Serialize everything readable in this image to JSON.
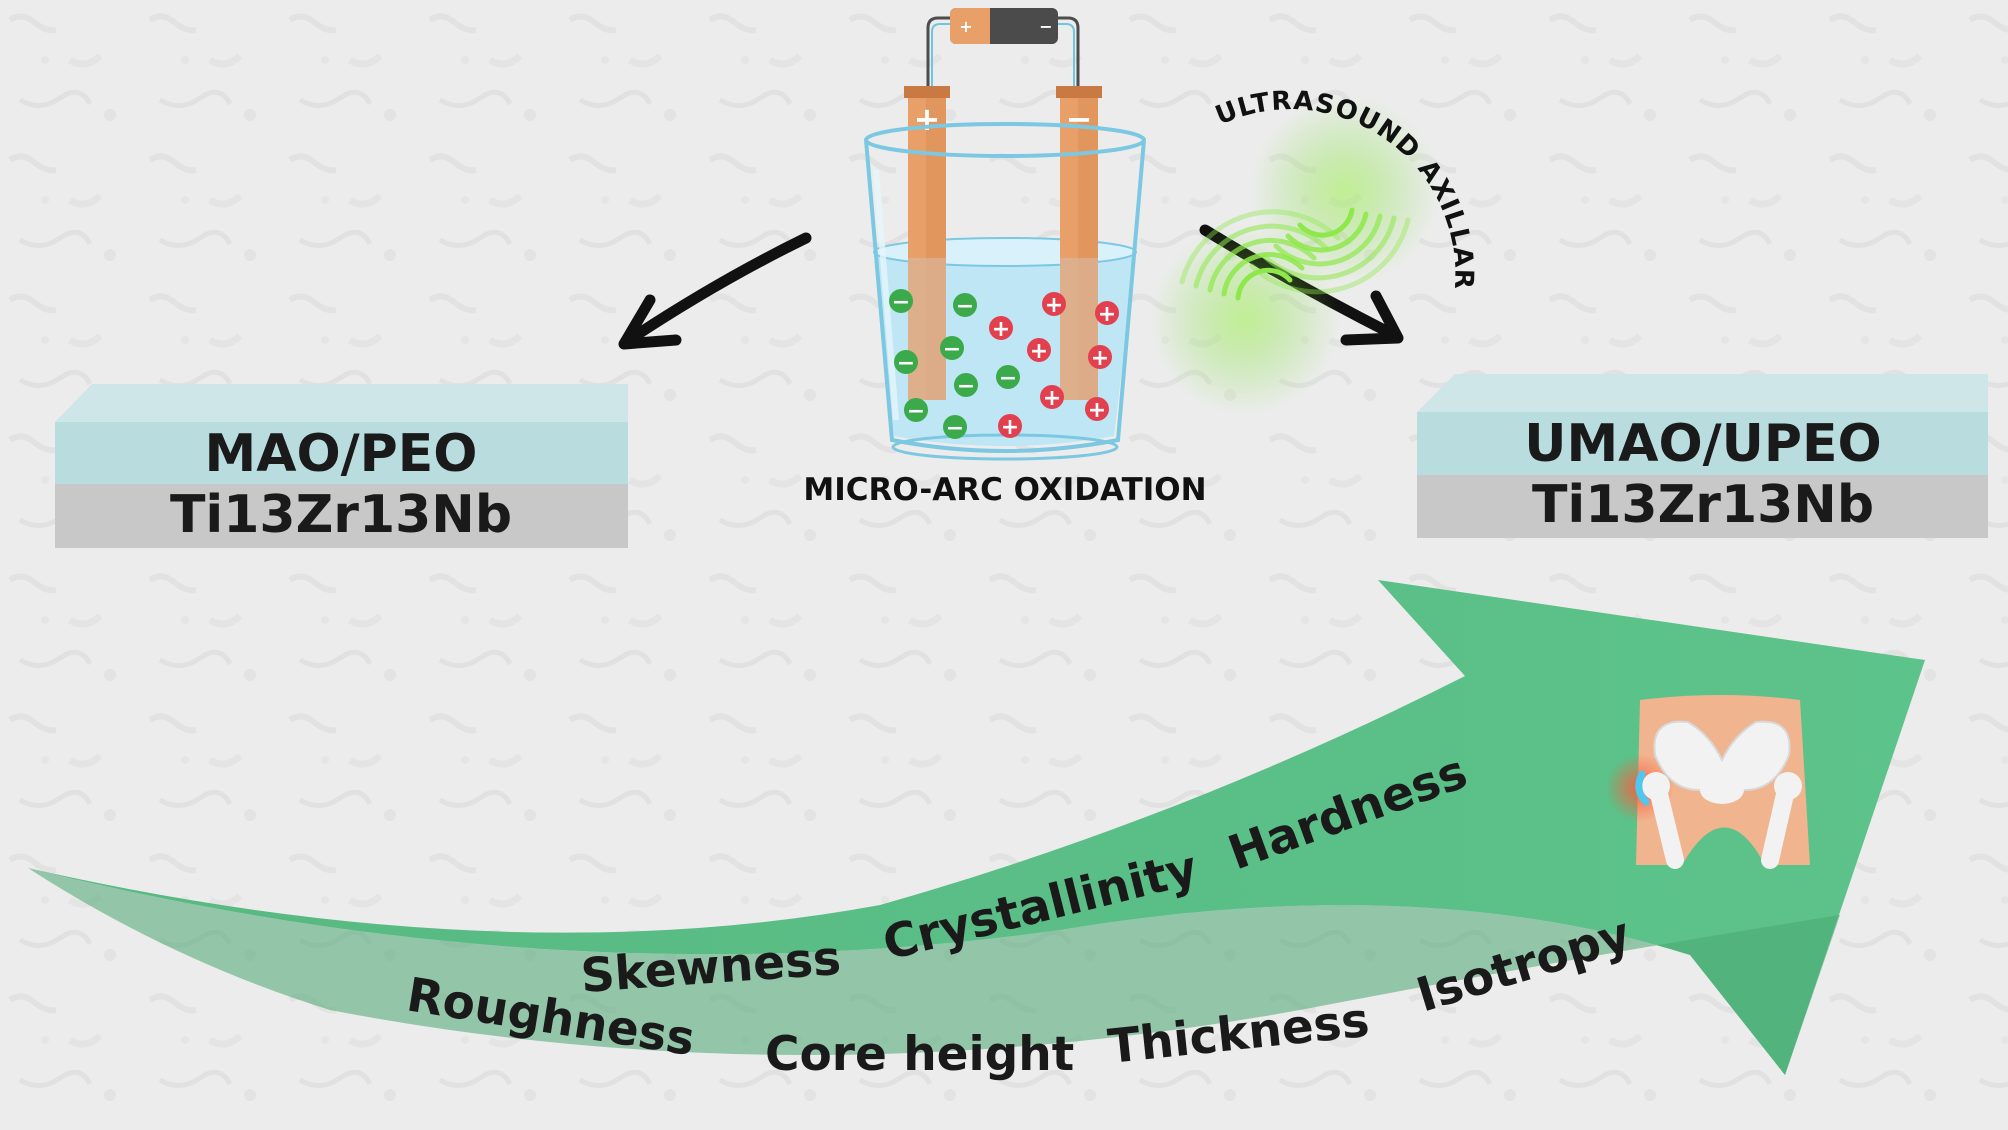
{
  "left_slab": {
    "line1": "MAO/PEO",
    "line2": "Ti13Zr13Nb"
  },
  "right_slab": {
    "line1": "UMAO/UPEO",
    "line2": "Ti13Zr13Nb"
  },
  "process_caption": "MICRO-ARC OXIDATION",
  "ultrasound_label": "ULTRASOUND AXILLARY",
  "battery": {
    "positive": "+",
    "negative": "−"
  },
  "electrodes": {
    "anode": "+",
    "cathode": "−"
  },
  "ions": {
    "negative": "−",
    "positive": "+"
  },
  "properties": {
    "hardness": "Hardness",
    "crystallinity": "Crystallinity",
    "skewness": "Skewness",
    "roughness": "Roughness",
    "core_height": "Core height",
    "thickness": "Thickness",
    "isotropy": "Isotropy"
  },
  "colors": {
    "background": "#ececec",
    "arrow_green": "#5bbf86",
    "arrow_dark": "#4aa872",
    "coating_top": "#b9dcdf",
    "substrate": "#c6c6c6",
    "electrode": "#e8a068",
    "water": "#bfe6f5",
    "negative_ion": "#3aaa4a",
    "positive_ion": "#e3404f",
    "ultrasound_green": "#7ee03a"
  },
  "icons": [
    "battery-icon",
    "beaker-icon",
    "ultrasound-wave-icon",
    "hip-joint-icon",
    "arrow-icon"
  ]
}
